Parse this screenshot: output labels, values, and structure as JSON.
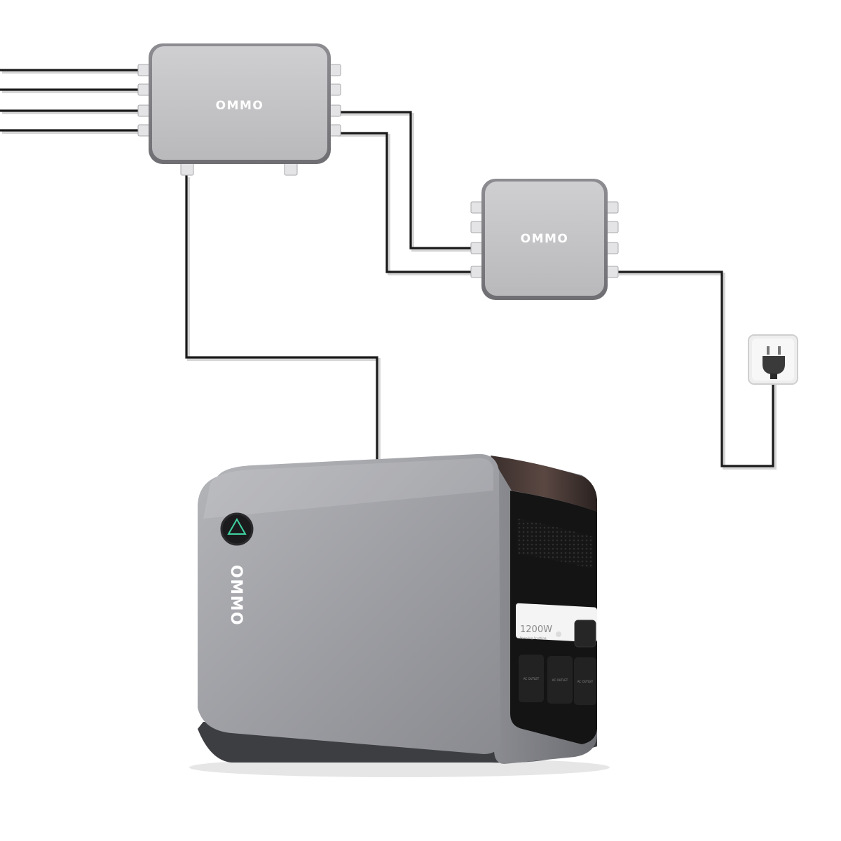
{
  "diagram": {
    "hub_large": {
      "brand": "OMMO"
    },
    "hub_small": {
      "brand": "OMMO"
    },
    "power_station": {
      "brand": "OMMO",
      "rating": "1200W",
      "rating_caption": "Powering Anything",
      "outlet_labels": [
        "AC OUTLET",
        "AC OUTLET",
        "AC OUTLET"
      ]
    },
    "colors": {
      "cable": "#1a1a1a",
      "hub_body": "#c3c3c5",
      "station_body": "#9fa0a4",
      "front_panel": "#151515",
      "logo_accent": "#3fd3a0"
    }
  }
}
